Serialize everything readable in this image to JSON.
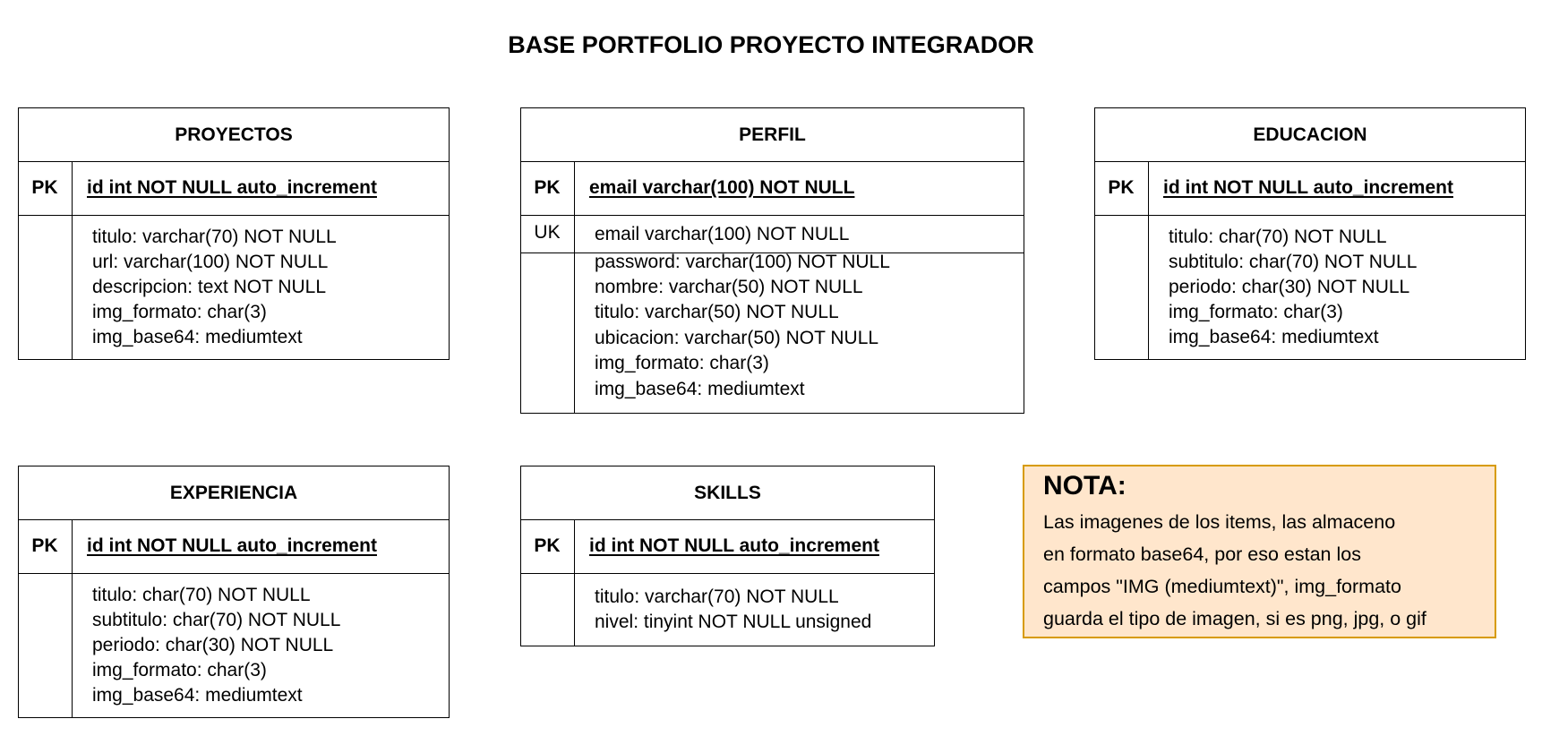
{
  "title": "BASE PORTFOLIO PROYECTO INTEGRADOR",
  "entities": {
    "proyectos": {
      "name": "PROYECTOS",
      "pk_label": "PK",
      "pk_field": "id int NOT NULL auto_increment",
      "fields": [
        "titulo: varchar(70) NOT NULL",
        "url: varchar(100) NOT NULL",
        "descripcion: text NOT NULL",
        "img_formato: char(3)",
        "img_base64: mediumtext"
      ]
    },
    "perfil": {
      "name": "PERFIL",
      "pk_label": "PK",
      "pk_field": "email varchar(100) NOT NULL",
      "uk_label": "UK",
      "uk_field": "email varchar(100) NOT NULL",
      "fields": [
        "password: varchar(100) NOT NULL",
        "nombre: varchar(50) NOT NULL",
        "titulo: varchar(50) NOT NULL",
        "ubicacion: varchar(50) NOT NULL",
        "img_formato: char(3)",
        "img_base64: mediumtext"
      ]
    },
    "educacion": {
      "name": "EDUCACION",
      "pk_label": "PK",
      "pk_field": "id int NOT NULL auto_increment",
      "fields": [
        "titulo: char(70) NOT NULL",
        "subtitulo: char(70) NOT NULL",
        "periodo: char(30) NOT NULL",
        "img_formato: char(3)",
        "img_base64: mediumtext"
      ]
    },
    "experiencia": {
      "name": "EXPERIENCIA",
      "pk_label": "PK",
      "pk_field": "id int NOT NULL auto_increment",
      "fields": [
        "titulo: char(70) NOT NULL",
        "subtitulo: char(70) NOT NULL",
        "periodo: char(30) NOT NULL",
        "img_formato: char(3)",
        "img_base64: mediumtext"
      ]
    },
    "skills": {
      "name": "SKILLS",
      "pk_label": "PK",
      "pk_field": "id int NOT NULL auto_increment",
      "fields": [
        "titulo: varchar(70) NOT NULL",
        "nivel: tinyint NOT NULL unsigned"
      ]
    }
  },
  "note": {
    "heading": "NOTA:",
    "lines": [
      "Las imagenes de los items, las almaceno",
      "en formato base64, por eso estan los",
      "campos \"IMG (mediumtext)\", img_formato",
      "guarda el tipo de imagen, si es png, jpg, o gif"
    ],
    "fill_color": "#ffe6cc",
    "border_color": "#d79b00"
  }
}
